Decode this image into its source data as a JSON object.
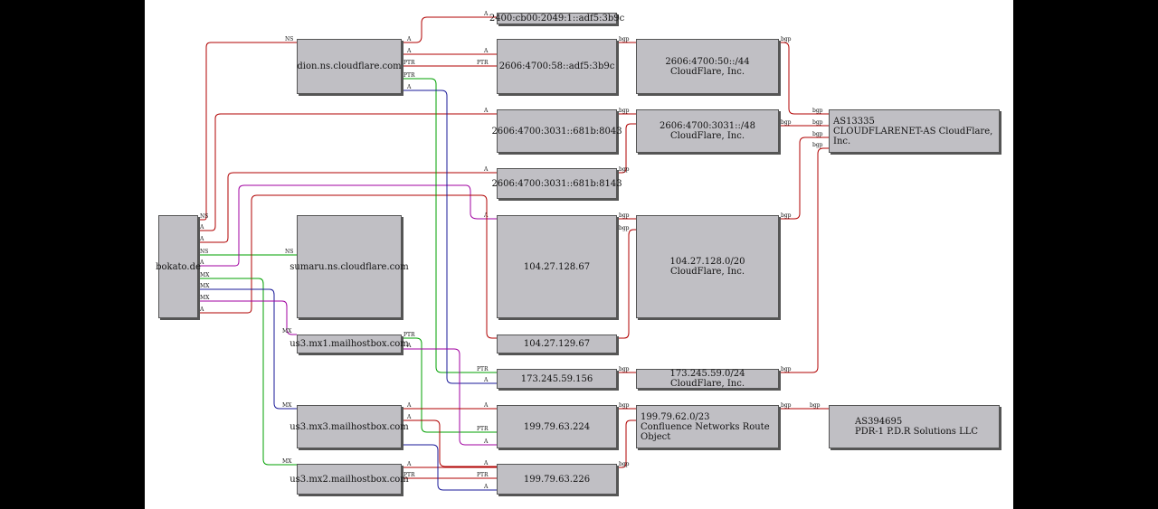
{
  "nodes": {
    "bokato": "bokato.de",
    "dion": "dion.ns.cloudflare.com",
    "sumaru": "sumaru.ns.cloudflare.com",
    "mx1": "us3.mx1.mailhostbox.com",
    "mx3": "us3.mx3.mailhostbox.com",
    "mx2": "us3.mx2.mailhostbox.com",
    "ip_2400": "2400:cb00:2049:1::adf5:3b9c",
    "ip_2606_58": "2606:4700:58::adf5:3b9c",
    "ip_2606_8043": "2606:4700:3031::681b:8043",
    "ip_2606_8143": "2606:4700:3031::681b:8143",
    "ip_104_67": "104.27.128.67",
    "ip_104_129": "104.27.129.67",
    "ip_173": "173.245.59.156",
    "ip_199_224": "199.79.63.224",
    "ip_199_226": "199.79.63.226",
    "pfx_2606_50": "2606:4700:50::/44\nCloudFlare, Inc.",
    "pfx_2606_3031": "2606:4700:3031::/48\nCloudFlare, Inc.",
    "pfx_104": "104.27.128.0/20\nCloudFlare, Inc.",
    "pfx_173": "173.245.59.0/24\nCloudFlare, Inc.",
    "pfx_199": "199.79.62.0/23\nConfluence Networks Route Object",
    "as13335": "AS13335\nCLOUDFLARENET-AS CloudFlare, Inc.",
    "as394695": "AS394695\nPDR-1 P.D.R Solutions LLC"
  },
  "edge_labels": {
    "ns": "NS",
    "a": "A",
    "mx": "MX",
    "ptr": "PTR",
    "bgp": "bgp"
  },
  "colors": {
    "a": "#b00000",
    "ns_dion": "#b00000",
    "ns_sumaru": "#00a000",
    "mx_blue": "#1a1a99",
    "mx_purple": "#a000a0",
    "bgp": "#b00000"
  }
}
